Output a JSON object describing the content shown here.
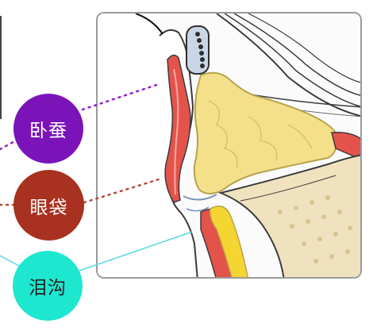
{
  "labels": [
    {
      "id": "wocan",
      "text": "卧蚕",
      "color": "#7a14b8",
      "text_color": "#ffffff",
      "line_color": "#8e24c8"
    },
    {
      "id": "yandai",
      "text": "眼袋",
      "color": "#a8311f",
      "text_color": "#ffffff",
      "line_color": "#b34a38"
    },
    {
      "id": "leigou",
      "text": "泪沟",
      "color": "#1ee7cf",
      "text_color": "#222222",
      "line_color": "#5ad8e6"
    }
  ],
  "colors": {
    "muscle": "#e4534a",
    "fat": "#f4e08a",
    "bone": "#f0e2bf",
    "outline": "#3b3b3b"
  }
}
